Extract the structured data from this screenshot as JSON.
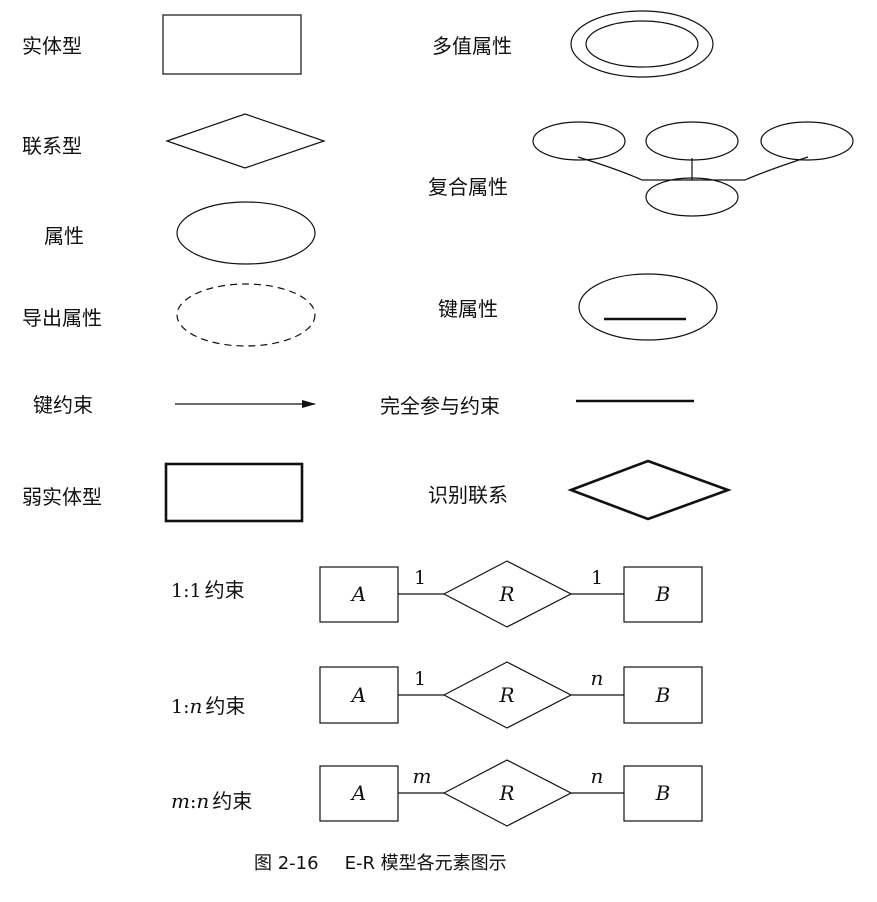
{
  "legend": {
    "entity": "实体型",
    "relationship": "联系型",
    "attribute": "属性",
    "derived_attribute": "导出属性",
    "key_constraint": "键约束",
    "weak_entity": "弱实体型",
    "multivalued_attribute": "多值属性",
    "composite_attribute": "复合属性",
    "key_attribute": "键属性",
    "total_participation": "完全参与约束",
    "identifying_relationship": "识别联系"
  },
  "cardinality": [
    {
      "label_prefix": "1:1",
      "label_suffix": "约束",
      "left_entity": "A",
      "relationship": "R",
      "right_entity": "B",
      "left_mark": "1",
      "right_mark": "1"
    },
    {
      "label_prefix": "1:",
      "label_var": "n",
      "label_suffix": "约束",
      "left_entity": "A",
      "relationship": "R",
      "right_entity": "B",
      "left_mark": "1",
      "right_mark": "n"
    },
    {
      "label_var0": "m",
      "label_prefix": ":",
      "label_var": "n",
      "label_suffix": "约束",
      "left_entity": "A",
      "relationship": "R",
      "right_entity": "B",
      "left_mark": "m",
      "right_mark": "n"
    }
  ],
  "caption": {
    "number": "图 2-16",
    "text": "E-R 模型各元素图示"
  }
}
